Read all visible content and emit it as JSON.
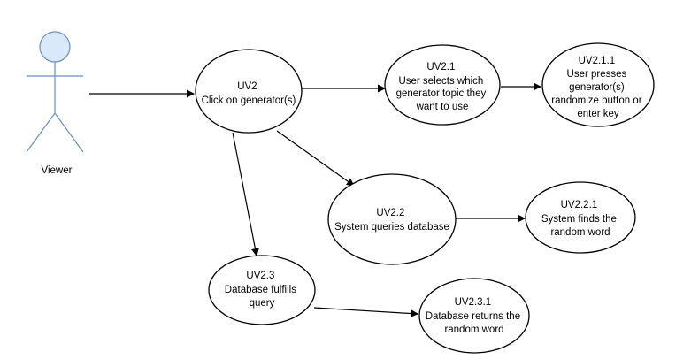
{
  "actor": {
    "label": "Viewer"
  },
  "nodes": {
    "uv2": {
      "lines": [
        "UV2",
        "Click on generator(s)"
      ]
    },
    "uv2_1": {
      "lines": [
        "UV2.1",
        "User selects which",
        "generator topic they",
        "want to use"
      ]
    },
    "uv2_1_1": {
      "lines": [
        "UV2.1.1",
        "User presses",
        "generator(s)",
        "randomize button or",
        "enter key"
      ]
    },
    "uv2_2": {
      "lines": [
        "UV2.2",
        "System queries database"
      ]
    },
    "uv2_2_1": {
      "lines": [
        "UV2.2.1",
        "System finds the",
        "random word"
      ]
    },
    "uv2_3": {
      "lines": [
        "UV2.3",
        "Database fulfills",
        "query"
      ]
    },
    "uv2_3_1": {
      "lines": [
        "UV2.3.1",
        "Database returns the",
        "random word"
      ]
    }
  },
  "colors": {
    "actor_fill": "#dae8fc",
    "actor_stroke": "#6c8ebf",
    "stroke": "#000000"
  }
}
